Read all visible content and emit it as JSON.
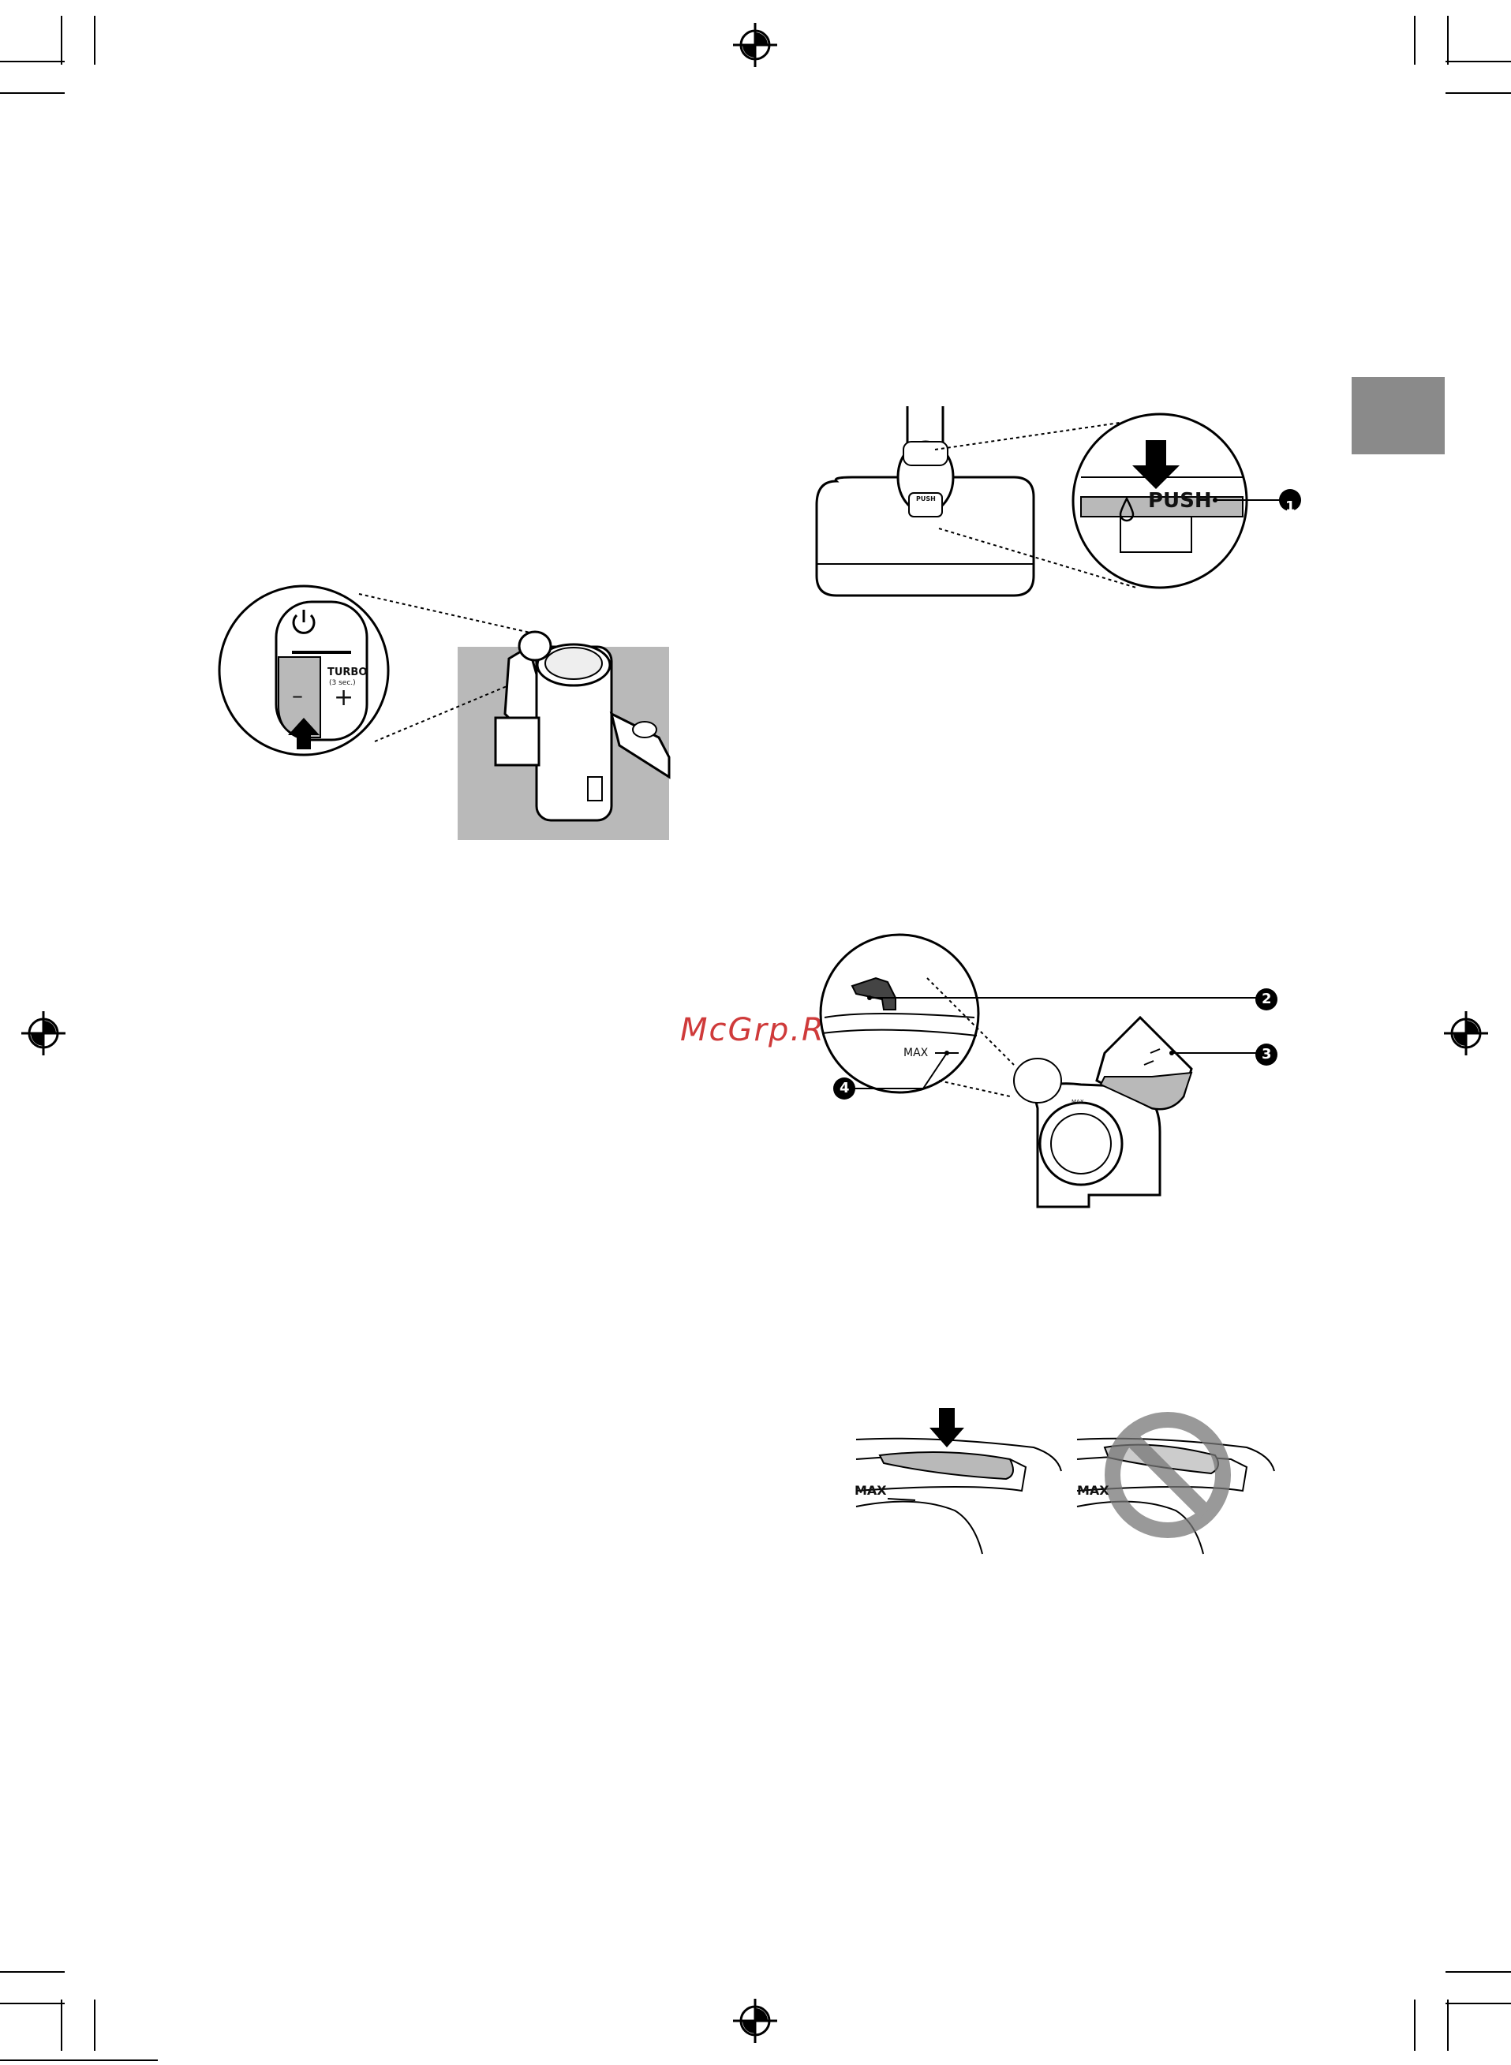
{
  "watermark": "McGrp.Ru",
  "figure_control": {
    "turbo_label": "TURBO",
    "turbo_sub": "(3 sec.)",
    "minus": "–",
    "plus": "+"
  },
  "figure_push": {
    "push_label": "PUSH",
    "small_push": "PUSH",
    "callout_1": "1"
  },
  "figure_fill": {
    "max_label": "MAX",
    "small_max": "MAX",
    "callout_2": "2",
    "callout_3": "3",
    "callout_4": "4"
  },
  "figure_seal": {
    "max_left": "MAX",
    "max_right": "MAX"
  },
  "colors": {
    "gray_fill": "#b9b9b9",
    "dark": "#111111",
    "tab": "#8a8a8a",
    "watermark": "#cf3a3a"
  }
}
